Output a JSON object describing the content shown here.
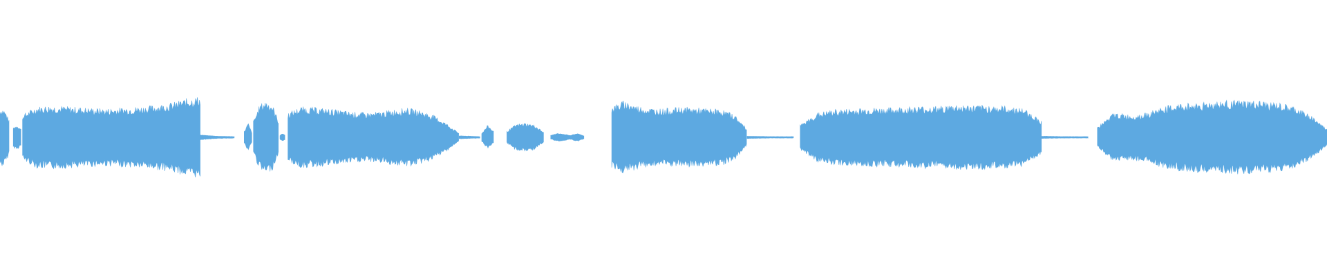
{
  "waveform": {
    "color": "#5DA9E1",
    "background": "#FFFFFF",
    "segments": [
      {
        "start": 0.0,
        "end": 0.007,
        "amp": [
          0.7,
          0.72,
          0.6,
          0.4
        ]
      },
      {
        "start": 0.01,
        "end": 0.016,
        "amp": [
          0.25,
          0.3,
          0.2
        ]
      },
      {
        "start": 0.017,
        "end": 0.151,
        "amp": [
          0.55,
          0.75,
          0.78,
          0.76,
          0.74,
          0.72,
          0.7,
          0.72,
          0.74,
          0.76,
          0.8,
          0.85,
          0.95,
          1.0
        ]
      },
      {
        "start": 0.151,
        "end": 0.177,
        "amp": [
          0.06,
          0.03,
          0.02
        ]
      },
      {
        "start": 0.184,
        "end": 0.19,
        "amp": [
          0.15,
          0.35,
          0.1
        ]
      },
      {
        "start": 0.191,
        "end": 0.21,
        "amp": [
          0.4,
          0.8,
          0.9,
          0.8,
          0.4
        ]
      },
      {
        "start": 0.211,
        "end": 0.215,
        "amp": [
          0.05,
          0.1,
          0.05
        ]
      },
      {
        "start": 0.217,
        "end": 0.346,
        "amp": [
          0.6,
          0.75,
          0.73,
          0.7,
          0.66,
          0.62,
          0.6,
          0.62,
          0.68,
          0.72,
          0.66,
          0.55,
          0.35,
          0.1
        ]
      },
      {
        "start": 0.346,
        "end": 0.362,
        "amp": [
          0.04,
          0.03,
          0.02
        ]
      },
      {
        "start": 0.363,
        "end": 0.372,
        "amp": [
          0.1,
          0.3,
          0.15
        ]
      },
      {
        "start": 0.382,
        "end": 0.41,
        "amp": [
          0.15,
          0.32,
          0.35,
          0.3,
          0.12
        ]
      },
      {
        "start": 0.415,
        "end": 0.44,
        "amp": [
          0.05,
          0.1,
          0.08,
          0.05,
          0.1,
          0.04
        ]
      },
      {
        "start": 0.461,
        "end": 0.563,
        "amp": [
          0.75,
          0.9,
          0.78,
          0.72,
          0.7,
          0.72,
          0.74,
          0.72,
          0.7,
          0.68,
          0.55,
          0.2
        ]
      },
      {
        "start": 0.563,
        "end": 0.598,
        "amp": [
          0.03,
          0.02,
          0.02
        ]
      },
      {
        "start": 0.603,
        "end": 0.785,
        "amp": [
          0.3,
          0.6,
          0.68,
          0.7,
          0.72,
          0.72,
          0.74,
          0.76,
          0.76,
          0.8,
          0.78,
          0.78,
          0.76,
          0.7,
          0.4
        ]
      },
      {
        "start": 0.785,
        "end": 0.82,
        "amp": [
          0.03,
          0.02,
          0.02
        ]
      },
      {
        "start": 0.827,
        "end": 1.0,
        "amp": [
          0.25,
          0.6,
          0.55,
          0.6,
          0.75,
          0.82,
          0.85,
          0.88,
          0.9,
          0.9,
          0.88,
          0.84,
          0.75,
          0.55,
          0.2
        ]
      }
    ]
  }
}
